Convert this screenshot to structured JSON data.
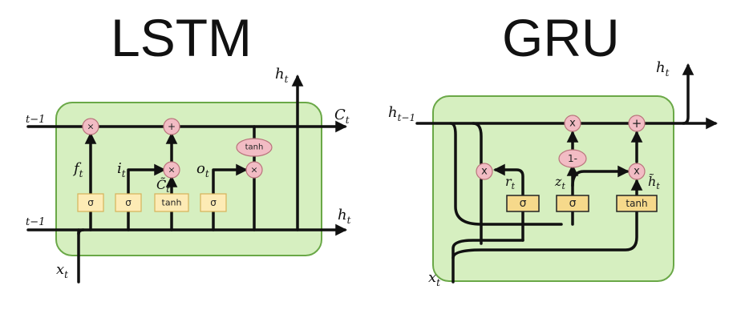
{
  "lstm": {
    "title": "LSTM",
    "labels": {
      "c_prev": "t−1",
      "h_prev": "t−1",
      "c_out": "C",
      "c_out_sub": "t",
      "h_top": "h",
      "h_top_sub": "t",
      "h_out": "h",
      "h_out_sub": "t",
      "x_in": "x",
      "x_in_sub": "t",
      "f": "f",
      "f_sub": "t",
      "i": "i",
      "i_sub": "t",
      "o": "o",
      "o_sub": "t",
      "ctilde": "C̃",
      "ctilde_sub": "t"
    },
    "ops": {
      "mul": "×",
      "add": "+",
      "tanh": "tanh"
    },
    "gates": [
      "σ",
      "σ",
      "tanh",
      "σ"
    ]
  },
  "gru": {
    "title": "GRU",
    "labels": {
      "h_prev": "h",
      "h_prev_sub": "t−1",
      "h_top": "h",
      "h_top_sub": "t",
      "x_in": "x",
      "x_in_sub": "t",
      "r": "r",
      "r_sub": "t",
      "z": "z",
      "z_sub": "t",
      "htilde": "h̃",
      "htilde_sub": "t"
    },
    "ops": {
      "mul": "x",
      "add": "+",
      "one_minus": "1-"
    },
    "gates": [
      "σ",
      "σ",
      "tanh"
    ]
  }
}
